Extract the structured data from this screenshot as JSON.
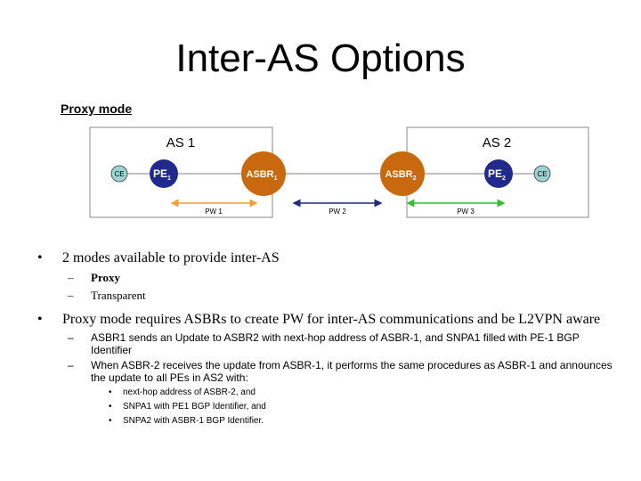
{
  "slide": {
    "title": "Inter-AS Options",
    "subtitle": "Proxy mode"
  },
  "diagram": {
    "as1_label": "AS 1",
    "as2_label": "AS 2",
    "nodes": {
      "ce_left": "CE",
      "pe1": {
        "base": "PE",
        "sub": "1"
      },
      "asbr1": {
        "base": "ASBR",
        "sub": "1"
      },
      "asbr2": {
        "base": "ASBR",
        "sub": "2"
      },
      "pe2": {
        "base": "PE",
        "sub": "2"
      },
      "ce_right": "CE"
    },
    "pseudowires": [
      {
        "label": "PW 1",
        "color": "#f0a030"
      },
      {
        "label": "PW 2",
        "color": "#202a80"
      },
      {
        "label": "PW 3",
        "color": "#30c030"
      }
    ],
    "colors": {
      "pe": "#1f2a8c",
      "asbr": "#c8690f",
      "ce": "#9fd3d3",
      "box_border": "#888888"
    }
  },
  "bullets": {
    "b1": "2 modes available to provide inter-AS",
    "b1_sub1": "Proxy",
    "b1_sub2": "Transparent",
    "b2": "Proxy mode requires ASBRs to create PW for inter-AS communications and be L2VPN aware",
    "b2_sub1": "ASBR1 sends an Update to ASBR2 with next-hop address of ASBR-1, and SNPA1 filled with PE-1 BGP Identifier",
    "b2_sub2": "When ASBR-2 receives the update from ASBR-1, it performs the same procedures as ASBR-1 and announces the update to all PEs in AS2 with:",
    "b2_sub2_items": [
      "next-hop address of ASBR-2, and",
      "SNPA1 with PE1 BGP Identifier, and",
      "SNPA2 with ASBR-1 BGP Identifier."
    ]
  }
}
